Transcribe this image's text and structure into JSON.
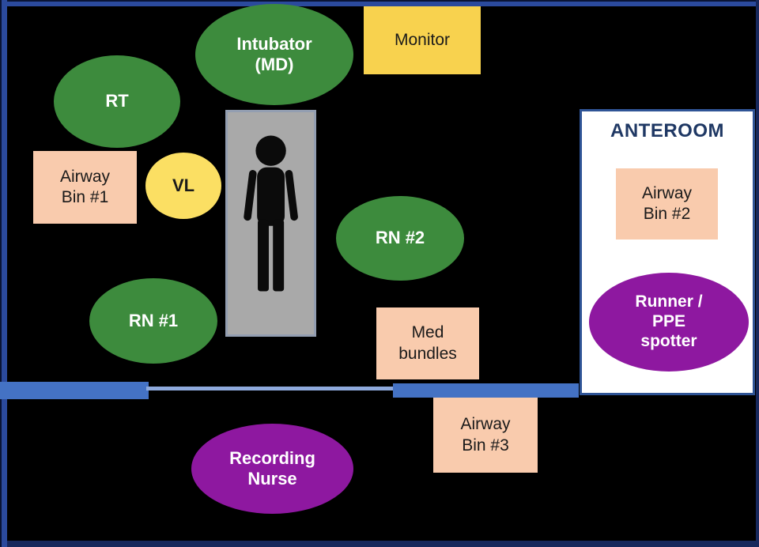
{
  "diagram": {
    "title_implicit": "Intubation room staff and equipment layout",
    "anteroom": {
      "label": "ANTEROOM"
    },
    "staff": {
      "intubator": "Intubator\n(MD)",
      "rt": "RT",
      "rn1": "RN #1",
      "rn2": "RN #2",
      "recording_nurse": "Recording\nNurse",
      "runner": "Runner /\nPPE\nspotter"
    },
    "equipment": {
      "monitor": "Monitor",
      "vl": "VL",
      "airway_bin_1": "Airway\nBin #1",
      "airway_bin_2": "Airway\nBin #2",
      "airway_bin_3": "Airway\nBin #3",
      "med_bundles": "Med\nbundles"
    },
    "icons": {
      "patient": "person-silhouette-icon"
    },
    "colors": {
      "staff_green": "#3d8b3d",
      "support_purple": "#8e18a0",
      "equipment_yellow": "#f9d755",
      "bin_peach": "#f9cbad",
      "door_blue": "#4472c4",
      "door_light_blue": "#8faadc",
      "frame_blue": "#2b4a9d",
      "frame_navy": "#17285c",
      "anteroom_text_navy": "#1f3864",
      "patient_gray": "#a9a9a9",
      "background_black": "#000000"
    }
  }
}
